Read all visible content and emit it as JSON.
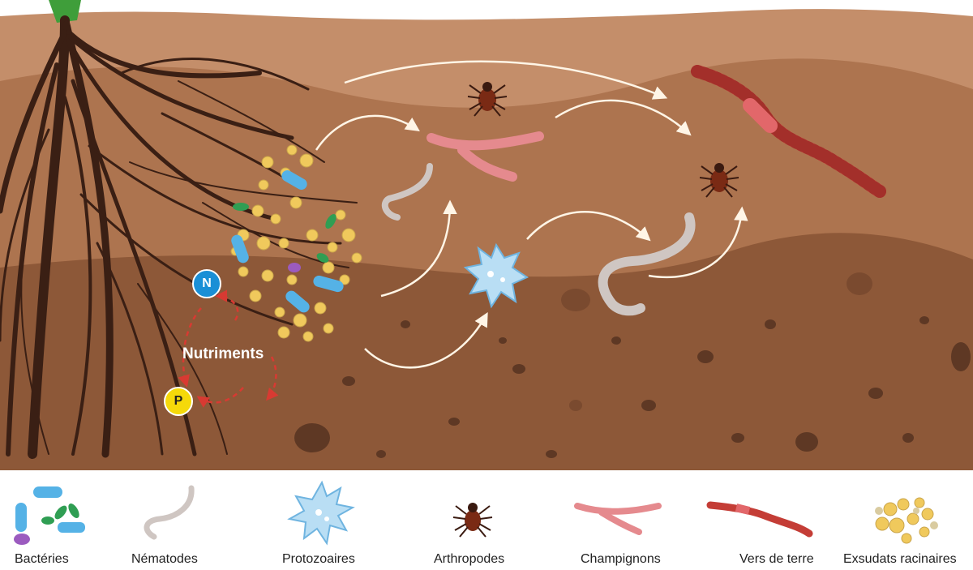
{
  "diagram": {
    "center_label": "Nutriments",
    "badges": {
      "n": "N",
      "p": "P"
    }
  },
  "legend": [
    {
      "label": "Bactéries",
      "icon": "bacteria-icon"
    },
    {
      "label": "Nématodes",
      "icon": "nematode-icon"
    },
    {
      "label": "Protozoaires",
      "icon": "protozoa-icon"
    },
    {
      "label": "Arthropodes",
      "icon": "arthropod-icon"
    },
    {
      "label": "Champignons",
      "icon": "fungi-icon"
    },
    {
      "label": "Vers de terre",
      "icon": "earthworm-icon"
    },
    {
      "label": "Exsudats racinaires",
      "icon": "root-exudates-icon"
    }
  ],
  "colors": {
    "soil_top": "#c08a66",
    "soil_mid": "#a96f4c",
    "soil_deep": "#8a5536",
    "root": "#3a1f14",
    "worm": "#c43d36",
    "fungi": "#e58a8e",
    "bacteria": "#55b2e6",
    "protozoa": "#b9def4",
    "exudates": "#f0c95c",
    "nematode": "#cfc6c2"
  }
}
